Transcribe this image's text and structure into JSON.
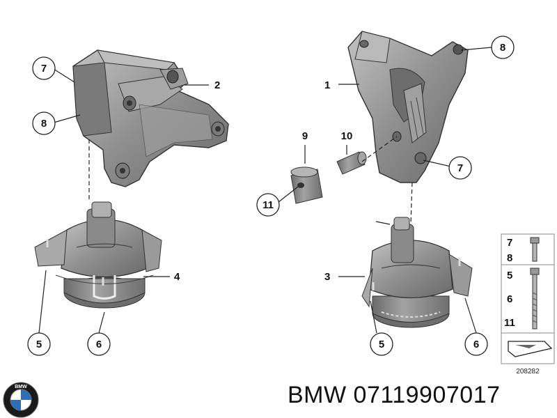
{
  "callouts": {
    "left_7": "7",
    "left_8": "8",
    "left_2": "2",
    "left_4": "4",
    "left_5": "5",
    "left_6": "6",
    "right_1": "1",
    "right_8": "8",
    "right_7": "7",
    "right_9": "9",
    "right_10": "10",
    "right_11": "11",
    "right_3": "3",
    "right_5": "5",
    "right_6": "6"
  },
  "side_panel": {
    "row1_a": "7",
    "row1_b": "8",
    "row2_a": "5",
    "row2_b": "6",
    "row2_c": "11",
    "reference_number": "208282"
  },
  "caption": "BMW 07119907017",
  "logo": {
    "lettering": "BMW",
    "icon": "bmw-roundel-logo"
  },
  "colors": {
    "part_fill": "#8e8e8e",
    "part_dark": "#5f5f5f",
    "part_light": "#b7b7b7",
    "outline": "#333333"
  }
}
